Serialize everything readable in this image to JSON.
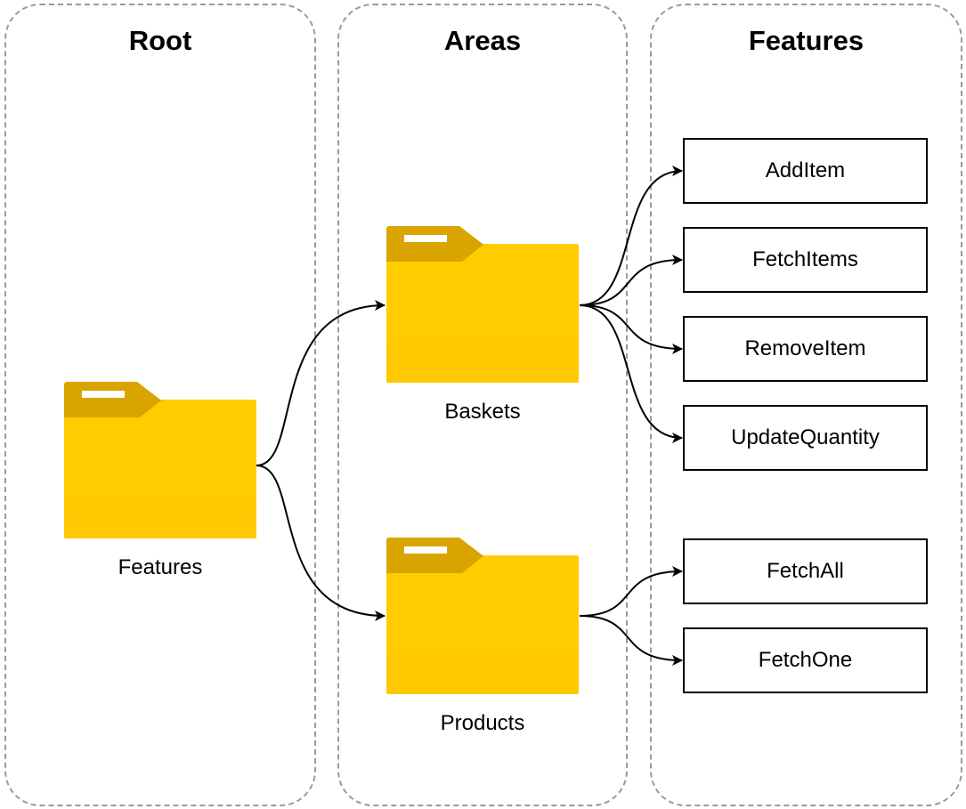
{
  "columns": {
    "root": "Root",
    "areas": "Areas",
    "features": "Features"
  },
  "folders": {
    "root": "Features",
    "baskets": "Baskets",
    "products": "Products"
  },
  "features": {
    "baskets": [
      "AddItem",
      "FetchItems",
      "RemoveItem",
      "UpdateQuantity"
    ],
    "products": [
      "FetchAll",
      "FetchOne"
    ]
  },
  "colors": {
    "folder_front": "#FFCC00",
    "folder_back": "#D9A400",
    "lane_border": "#9a9a9a"
  }
}
